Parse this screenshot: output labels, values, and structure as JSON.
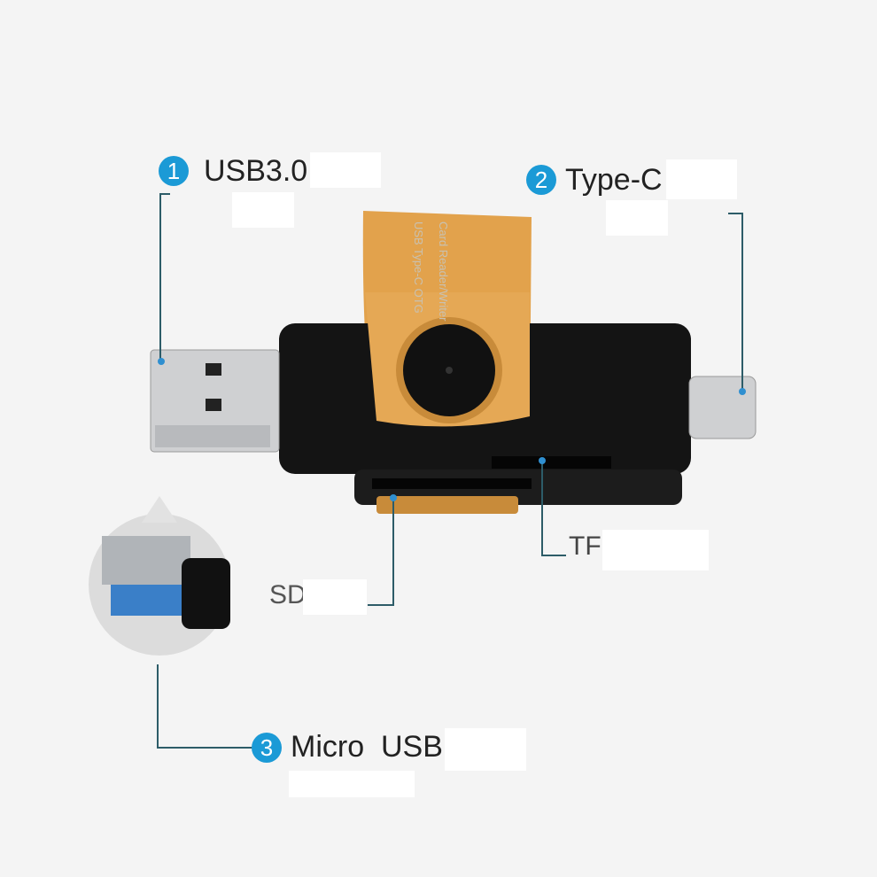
{
  "callouts": {
    "usb3": {
      "number": "1",
      "label": "USB3.0"
    },
    "typec": {
      "number": "2",
      "label": "Type-C"
    },
    "microusb": {
      "number": "3",
      "label": "Micro  USB"
    },
    "tf": {
      "label": "TF"
    },
    "sd": {
      "label": "SD"
    }
  },
  "product": {
    "swivel_text_line1": "USB Type-C OTG",
    "swivel_text_line2": "Card Reader/Writer"
  },
  "colors": {
    "badge": "#1b9ad6",
    "leader_line": "#2d5c68",
    "swivel": "#e2a24c",
    "body": "#111111"
  }
}
